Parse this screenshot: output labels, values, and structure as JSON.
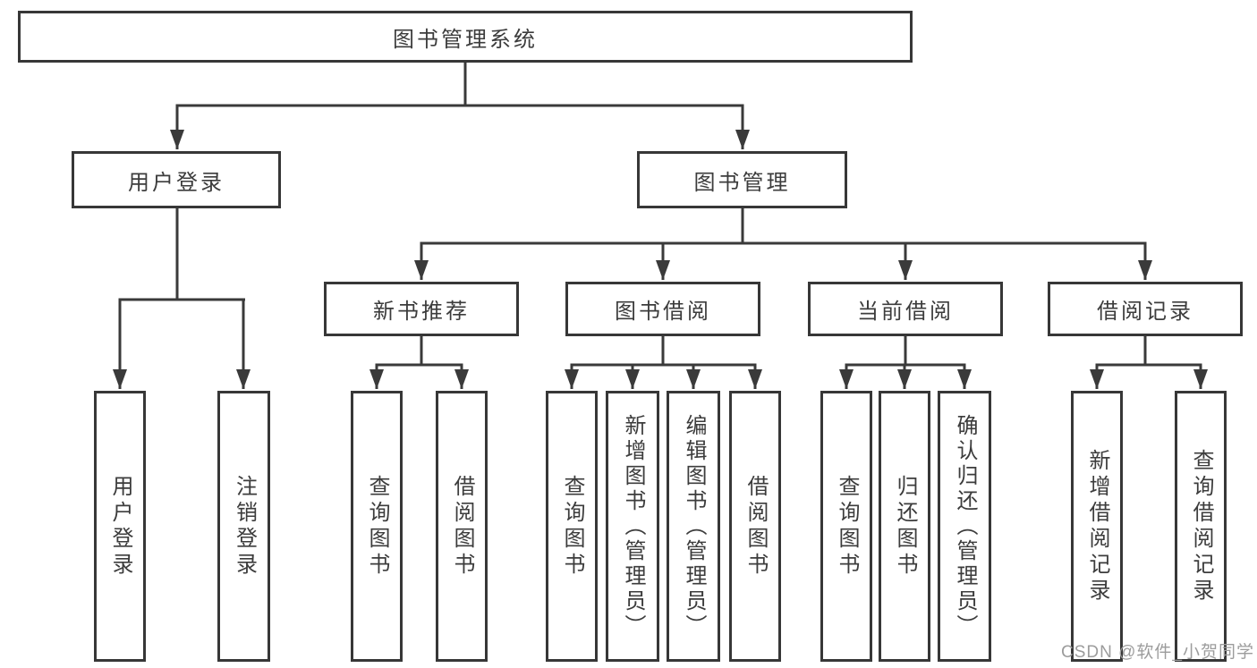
{
  "tree": {
    "root": "图书管理系统",
    "branches": [
      {
        "label": "用户登录",
        "leaves": [
          "用户登录",
          "注销登录"
        ]
      },
      {
        "label": "图书管理",
        "sections": [
          {
            "label": "新书推荐",
            "leaves": [
              "查询图书",
              "借阅图书"
            ]
          },
          {
            "label": "图书借阅",
            "leaves": [
              "查询图书",
              "新增图书（管理员）",
              "编辑图书（管理员）",
              "借阅图书"
            ]
          },
          {
            "label": "当前借阅",
            "leaves": [
              "查询图书",
              "归还图书",
              "确认归还（管理员）"
            ]
          },
          {
            "label": "借阅记录",
            "leaves": [
              "新增借阅记录",
              "查询借阅记录"
            ]
          }
        ]
      }
    ]
  },
  "watermark": "CSDN @软件_小贺同学",
  "colors": {
    "line": "#3a3a3a",
    "box_border": "#373737",
    "text": "#3c3c3c",
    "watermark": "#9c9c9c",
    "background": "#ffffff"
  }
}
